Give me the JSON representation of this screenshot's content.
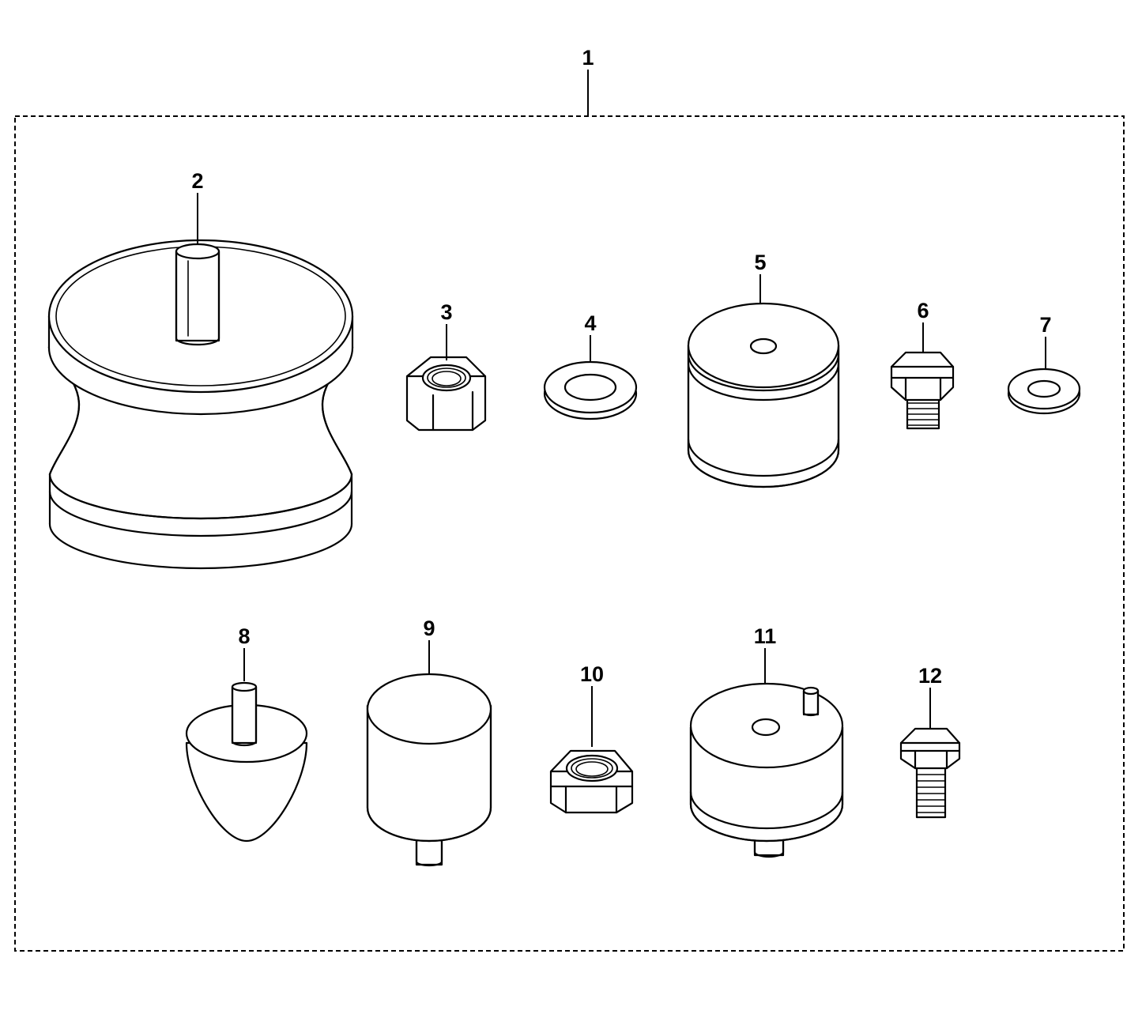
{
  "diagram": {
    "kit_label": "1",
    "parts": [
      {
        "callout": "2",
        "icon": "large-anti-vibration-mount-icon"
      },
      {
        "callout": "3",
        "icon": "hex-nut-icon"
      },
      {
        "callout": "4",
        "icon": "flat-washer-icon"
      },
      {
        "callout": "5",
        "icon": "cylindrical-rubber-mount-icon"
      },
      {
        "callout": "6",
        "icon": "hex-bolt-short-icon"
      },
      {
        "callout": "7",
        "icon": "small-washer-icon"
      },
      {
        "callout": "8",
        "icon": "conical-bump-stop-icon"
      },
      {
        "callout": "9",
        "icon": "cylindrical-mount-with-stud-icon"
      },
      {
        "callout": "10",
        "icon": "hex-nut-small-icon"
      },
      {
        "callout": "11",
        "icon": "rubber-mount-with-pin-icon"
      },
      {
        "callout": "12",
        "icon": "hex-bolt-long-icon"
      }
    ]
  }
}
